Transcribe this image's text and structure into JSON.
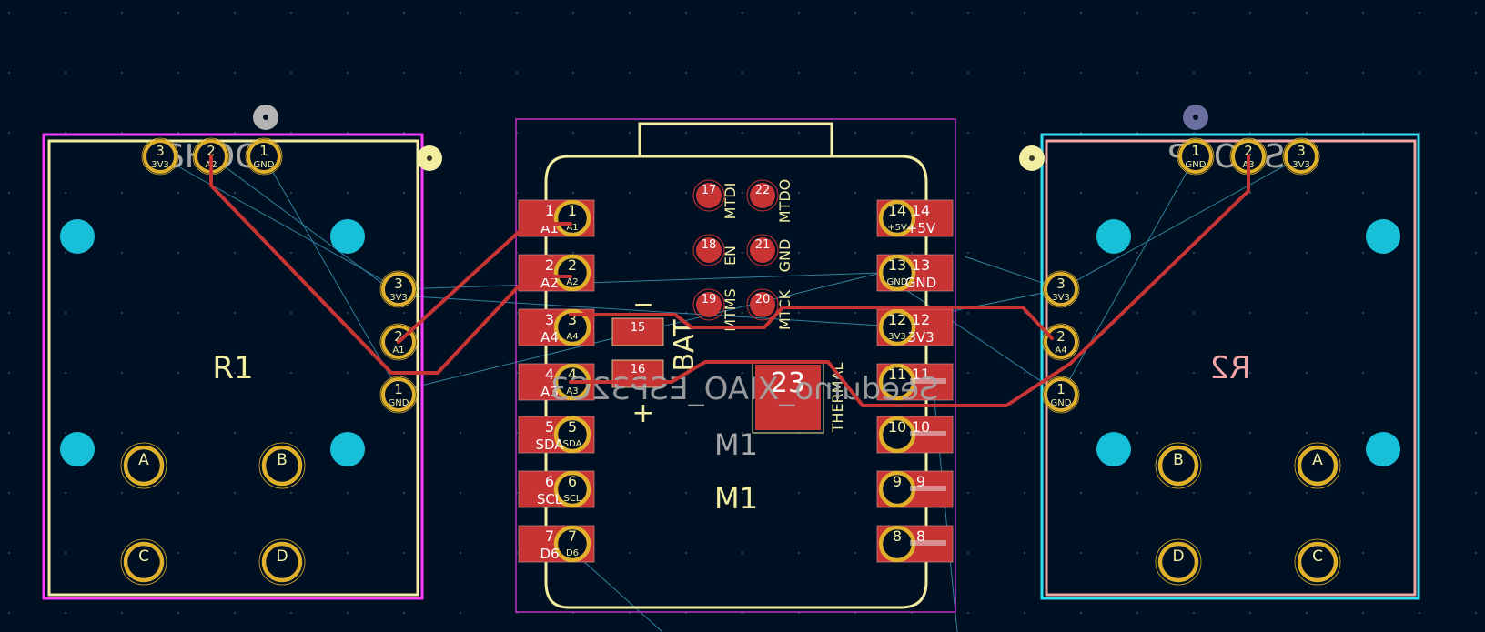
{
  "colors": {
    "background": "#001023",
    "silkscreen": "#f2eda1",
    "copper_trace": "#c83434",
    "pad_fill": "#c83434",
    "pad_ring": "#e0b02a",
    "courtyard_m1": "#c730c7",
    "courtyard_r1": "#ff3bff",
    "courtyard_r2": "#2ce1f0",
    "ratsnest": "#3fa8c8",
    "npth_hole": "#17c0d8",
    "via_gray": "#b4b4b4",
    "via_blue": "#6a6fa0",
    "text_gray": "#a7a7a7",
    "text_pink": "#f2a5a5"
  },
  "r1": {
    "ref": "R1",
    "value": "SHOOP",
    "top_pins": [
      {
        "num": "3",
        "net": "3V3"
      },
      {
        "num": "2",
        "net": "A2"
      },
      {
        "num": "1",
        "net": "GND"
      }
    ],
    "side_pins": [
      {
        "num": "3",
        "net": "3V3"
      },
      {
        "num": "2",
        "net": "A1"
      },
      {
        "num": "1",
        "net": "GND"
      }
    ],
    "switch_pads": [
      "A",
      "B",
      "C",
      "D"
    ]
  },
  "r2": {
    "ref": "R2",
    "value": "SHOOP",
    "top_pins": [
      {
        "num": "1",
        "net": "GND"
      },
      {
        "num": "2",
        "net": "A3"
      },
      {
        "num": "3",
        "net": "3V3"
      }
    ],
    "side_pins": [
      {
        "num": "3",
        "net": "3V3"
      },
      {
        "num": "2",
        "net": "A4"
      },
      {
        "num": "1",
        "net": "GND"
      }
    ],
    "switch_pads": [
      "B",
      "A",
      "D",
      "C"
    ]
  },
  "m1": {
    "ref": "M1",
    "ref_fab": "M1",
    "value": "Seeduino_XIAO_ESP32C3",
    "bat_label": "BAT",
    "bat_minus": "−",
    "bat_plus": "+",
    "bat_pads": [
      "15",
      "16"
    ],
    "thermal_pad": "23",
    "thermal_label": "THERMAL",
    "left_pins": [
      {
        "num": "1",
        "net": "A1"
      },
      {
        "num": "2",
        "net": "A2"
      },
      {
        "num": "3",
        "net": "A4"
      },
      {
        "num": "4",
        "net": "A3"
      },
      {
        "num": "5",
        "net": "SDA"
      },
      {
        "num": "6",
        "net": "SCL"
      },
      {
        "num": "7",
        "net": "D6"
      }
    ],
    "right_pins": [
      {
        "num": "14",
        "net": "+5V"
      },
      {
        "num": "13",
        "net": "GND"
      },
      {
        "num": "12",
        "net": "3V3"
      },
      {
        "num": "11",
        "net": ""
      },
      {
        "num": "10",
        "net": ""
      },
      {
        "num": "9",
        "net": ""
      },
      {
        "num": "8",
        "net": ""
      }
    ],
    "jtag_pads": [
      {
        "left": "17",
        "right": "22",
        "left_label": "MTDI",
        "right_label": "MTDO"
      },
      {
        "left": "18",
        "right": "21",
        "left_label": "EN",
        "right_label": "GND"
      },
      {
        "left": "19",
        "right": "20",
        "left_label": "MTMS",
        "right_label": "MTCK"
      }
    ]
  }
}
